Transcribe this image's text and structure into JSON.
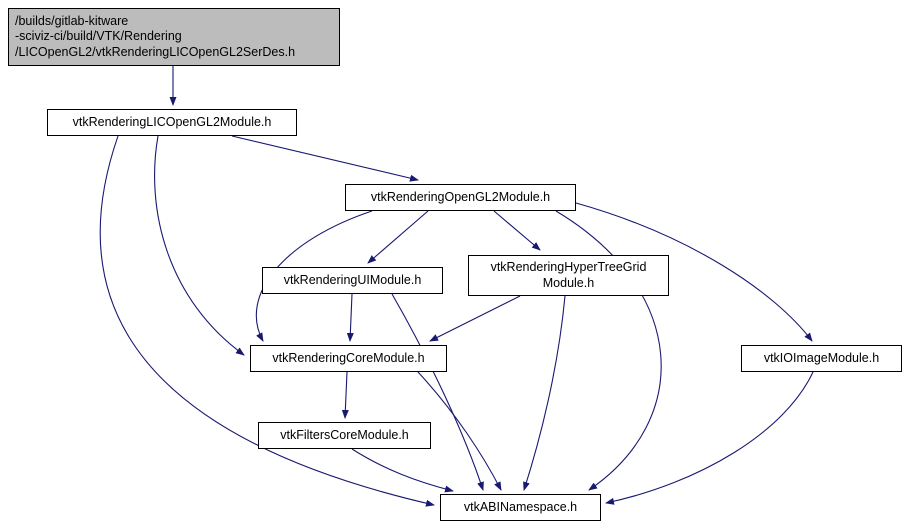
{
  "graph": {
    "type": "include-dependency-graph",
    "edge_color": "#191970",
    "root_fill": "#bcbcbc",
    "node_fill": "#ffffff",
    "nodes": {
      "root": {
        "label": "/builds/gitlab-kitware\n-sciviz-ci/build/VTK/Rendering\n/LICOpenGL2/vtkRenderingLICOpenGL2SerDes.h"
      },
      "rendering_lic_opengl2_module": {
        "label": "vtkRenderingLICOpenGL2Module.h"
      },
      "rendering_opengl2_module": {
        "label": "vtkRenderingOpenGL2Module.h"
      },
      "rendering_ui_module": {
        "label": "vtkRenderingUIModule.h"
      },
      "rendering_hypertreegrid_module": {
        "label": "vtkRenderingHyperTreeGrid\nModule.h"
      },
      "rendering_core_module": {
        "label": "vtkRenderingCoreModule.h"
      },
      "io_image_module": {
        "label": "vtkIOImageModule.h"
      },
      "filters_core_module": {
        "label": "vtkFiltersCoreModule.h"
      },
      "abi_namespace": {
        "label": "vtkABINamespace.h"
      }
    },
    "edges": [
      {
        "from": "root",
        "to": "rendering_lic_opengl2_module"
      },
      {
        "from": "rendering_lic_opengl2_module",
        "to": "rendering_opengl2_module"
      },
      {
        "from": "rendering_lic_opengl2_module",
        "to": "rendering_core_module"
      },
      {
        "from": "rendering_lic_opengl2_module",
        "to": "abi_namespace"
      },
      {
        "from": "rendering_opengl2_module",
        "to": "rendering_ui_module"
      },
      {
        "from": "rendering_opengl2_module",
        "to": "rendering_hypertreegrid_module"
      },
      {
        "from": "rendering_opengl2_module",
        "to": "rendering_core_module"
      },
      {
        "from": "rendering_opengl2_module",
        "to": "io_image_module"
      },
      {
        "from": "rendering_opengl2_module",
        "to": "abi_namespace"
      },
      {
        "from": "rendering_ui_module",
        "to": "rendering_core_module"
      },
      {
        "from": "rendering_ui_module",
        "to": "abi_namespace"
      },
      {
        "from": "rendering_hypertreegrid_module",
        "to": "rendering_core_module"
      },
      {
        "from": "rendering_hypertreegrid_module",
        "to": "abi_namespace"
      },
      {
        "from": "rendering_core_module",
        "to": "filters_core_module"
      },
      {
        "from": "rendering_core_module",
        "to": "abi_namespace"
      },
      {
        "from": "filters_core_module",
        "to": "abi_namespace"
      },
      {
        "from": "io_image_module",
        "to": "abi_namespace"
      }
    ]
  }
}
